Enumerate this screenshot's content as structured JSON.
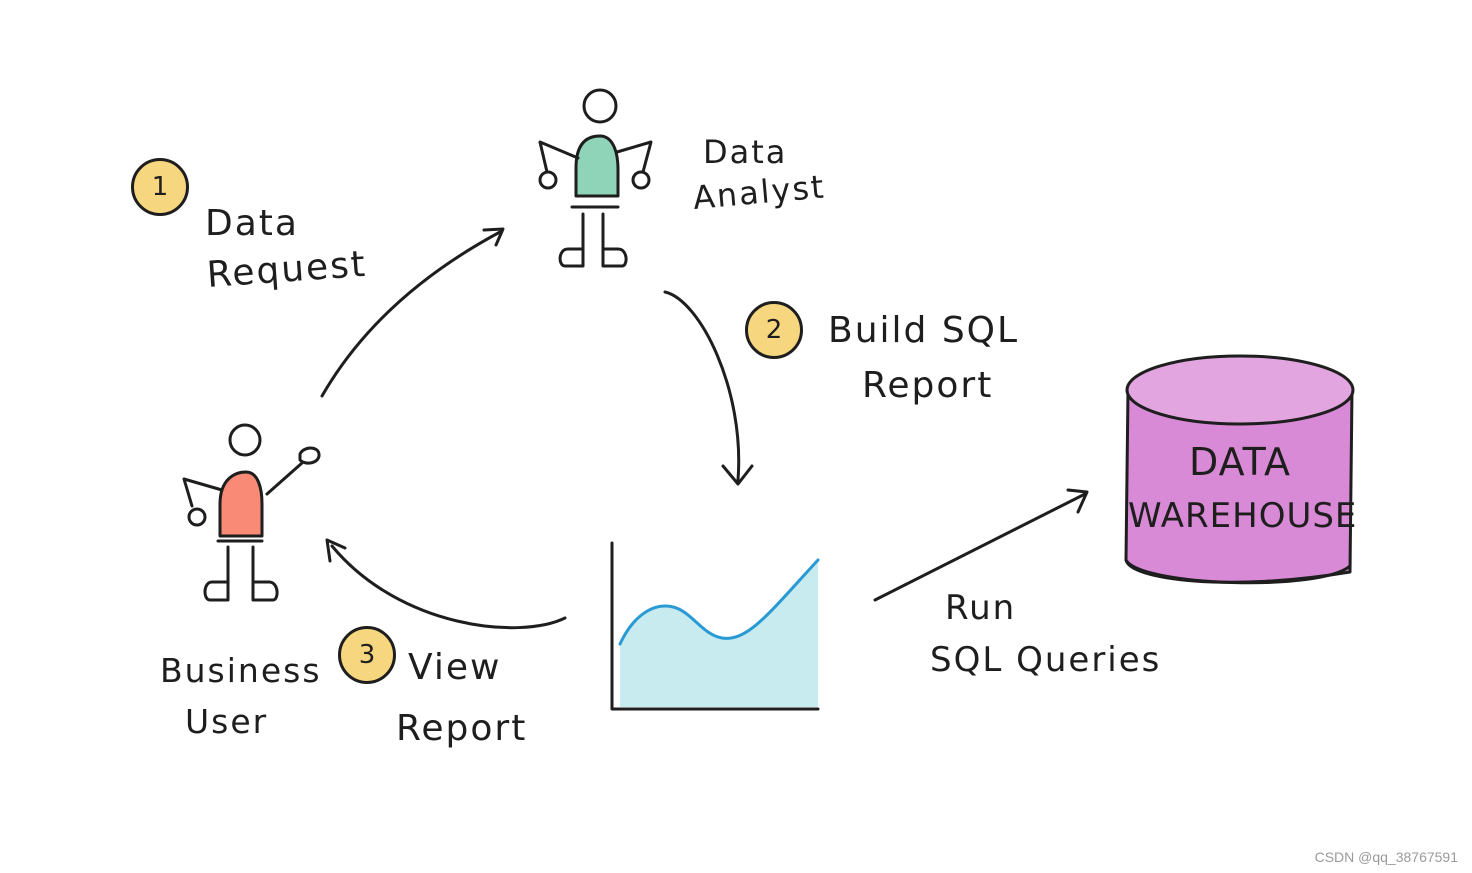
{
  "steps": [
    {
      "number": "1",
      "label_line1": "Data",
      "label_line2": "Request"
    },
    {
      "number": "2",
      "label_line1": "Build SQL",
      "label_line2": "Report"
    },
    {
      "number": "3",
      "label_line1": "View",
      "label_line2": "Report"
    }
  ],
  "actors": {
    "analyst": {
      "line1": "Data",
      "line2": "Analyst",
      "shirt_color": "#8fd3b8"
    },
    "business_user": {
      "line1": "Business",
      "line2": "User",
      "shirt_color": "#f88a76"
    }
  },
  "warehouse": {
    "line1": "DATA",
    "line2": "WAREHOUSE",
    "color": "#d98ad6"
  },
  "run_queries": {
    "line1": "Run",
    "line2": "SQL Queries"
  },
  "report_chart": {
    "fill_color": "#c7ebef",
    "line_color": "#2a9ad4"
  },
  "badge_color": "#f6d67e",
  "watermark": "CSDN @qq_38767591"
}
